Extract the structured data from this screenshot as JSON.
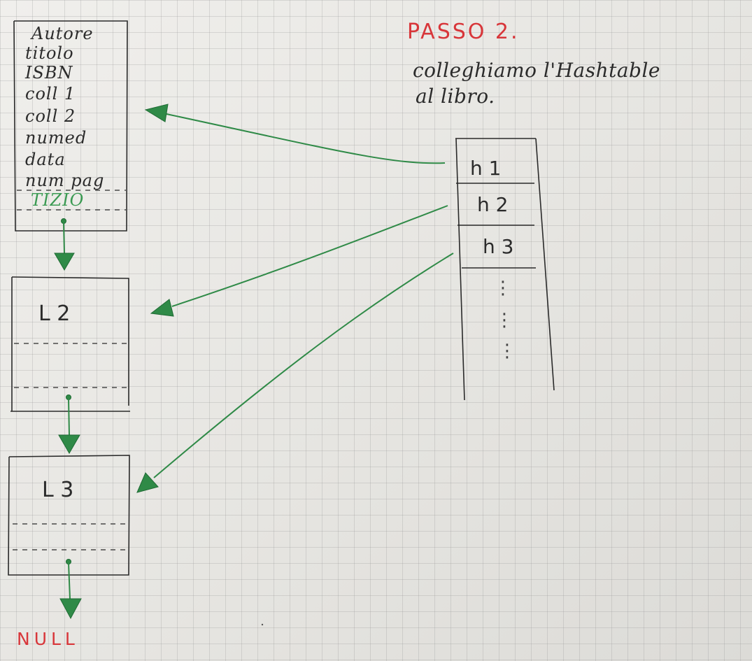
{
  "step": {
    "title": "PASSO 2.",
    "description_line1": "colleghiamo l'Hashtable",
    "description_line2": "al libro."
  },
  "book_record": {
    "fields": [
      "Autore",
      "titolo",
      "ISBN",
      "coll 1",
      "coll 2",
      "numed",
      "data",
      "num pag"
    ],
    "extra_field": "TIZIO"
  },
  "linked_nodes": [
    {
      "label": "L 2"
    },
    {
      "label": "L 3"
    }
  ],
  "terminator": "NULL",
  "hashtable": {
    "cells": [
      "h 1",
      "h 2",
      "h 3"
    ],
    "continuation": "⋮"
  },
  "colors": {
    "ink": "#2a2a2a",
    "arrows": "#2f8a47",
    "title": "#d8363a",
    "tizio": "#3a9a52"
  }
}
